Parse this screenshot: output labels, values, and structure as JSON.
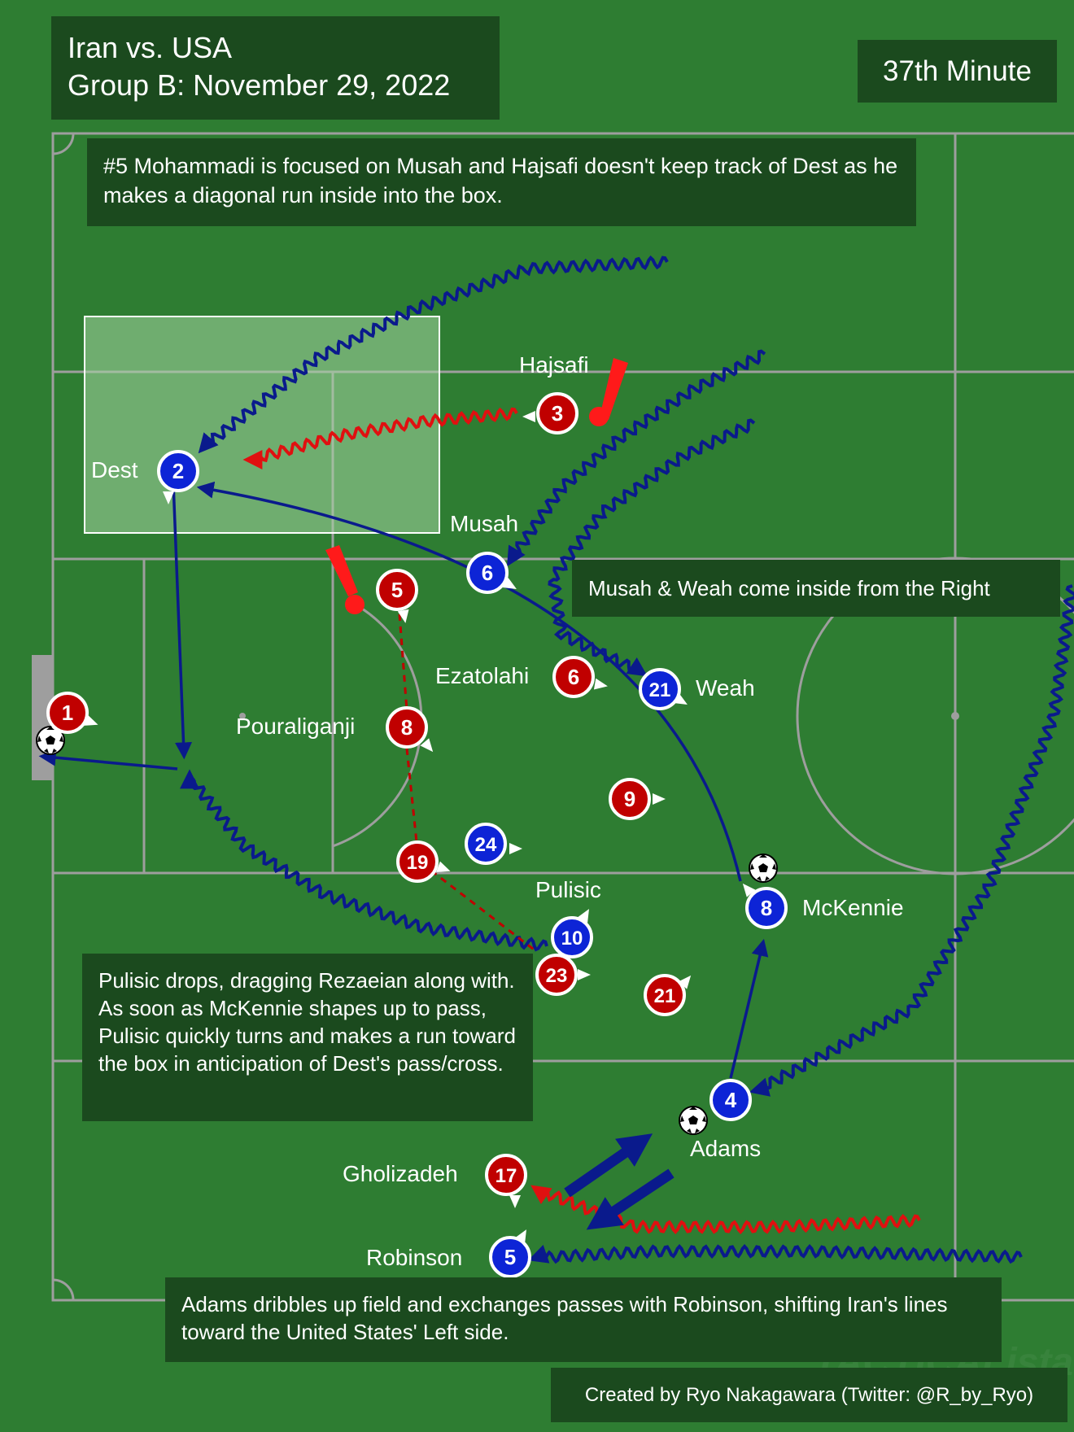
{
  "header": {
    "title_line1": "Iran vs. USA",
    "title_line2": "Group B: November 29, 2022",
    "minute": "37th Minute"
  },
  "annotations": {
    "note_top": "#5 Mohammadi is focused on Musah and Hajsafi doesn't keep track of Dest as he makes a diagonal run inside into the box.",
    "note_right": "Musah & Weah come inside from the Right",
    "note_left": "Pulisic drops, dragging Rezaeian along with. As soon as McKennie shapes up to pass, Pulisic quickly turns and makes a run toward the box in anticipation of Dest's pass/cross.",
    "note_bottom": "Adams dribbles up field and exchanges passes with Robinson, shifting Iran's lines toward the United States' Left side."
  },
  "credit": "Created by Ryo Nakagawara (Twitter: @R_by_Ryo)",
  "colors": {
    "pitch": "#2e7d32",
    "panel": "#1b4a1e",
    "usa": "#0d24d6",
    "iran": "#c00000",
    "usa_run": "#0a1a8c",
    "iran_run": "#e01010",
    "alert": "#ff1a1a",
    "highlight_box": "#a6d6a3"
  },
  "players": {
    "usa": [
      {
        "number": "2",
        "name": "Dest"
      },
      {
        "number": "6",
        "name": "Musah"
      },
      {
        "number": "21",
        "name": "Weah"
      },
      {
        "number": "24",
        "name": ""
      },
      {
        "number": "10",
        "name": "Pulisic"
      },
      {
        "number": "8",
        "name": "McKennie"
      },
      {
        "number": "4",
        "name": "Adams"
      },
      {
        "number": "5",
        "name": "Robinson"
      }
    ],
    "iran": [
      {
        "number": "1",
        "name": ""
      },
      {
        "number": "3",
        "name": "Hajsafi"
      },
      {
        "number": "5",
        "name": ""
      },
      {
        "number": "6",
        "name": "Ezatolahi"
      },
      {
        "number": "8",
        "name": "Pouraliganji"
      },
      {
        "number": "9",
        "name": ""
      },
      {
        "number": "19",
        "name": ""
      },
      {
        "number": "23",
        "name": ""
      },
      {
        "number": "21",
        "name": ""
      },
      {
        "number": "17",
        "name": "Gholizadeh"
      }
    ]
  },
  "icons": {
    "ball": "soccer-ball-icon",
    "alert": "exclamation-icon",
    "facing": "direction-triangle-icon"
  }
}
